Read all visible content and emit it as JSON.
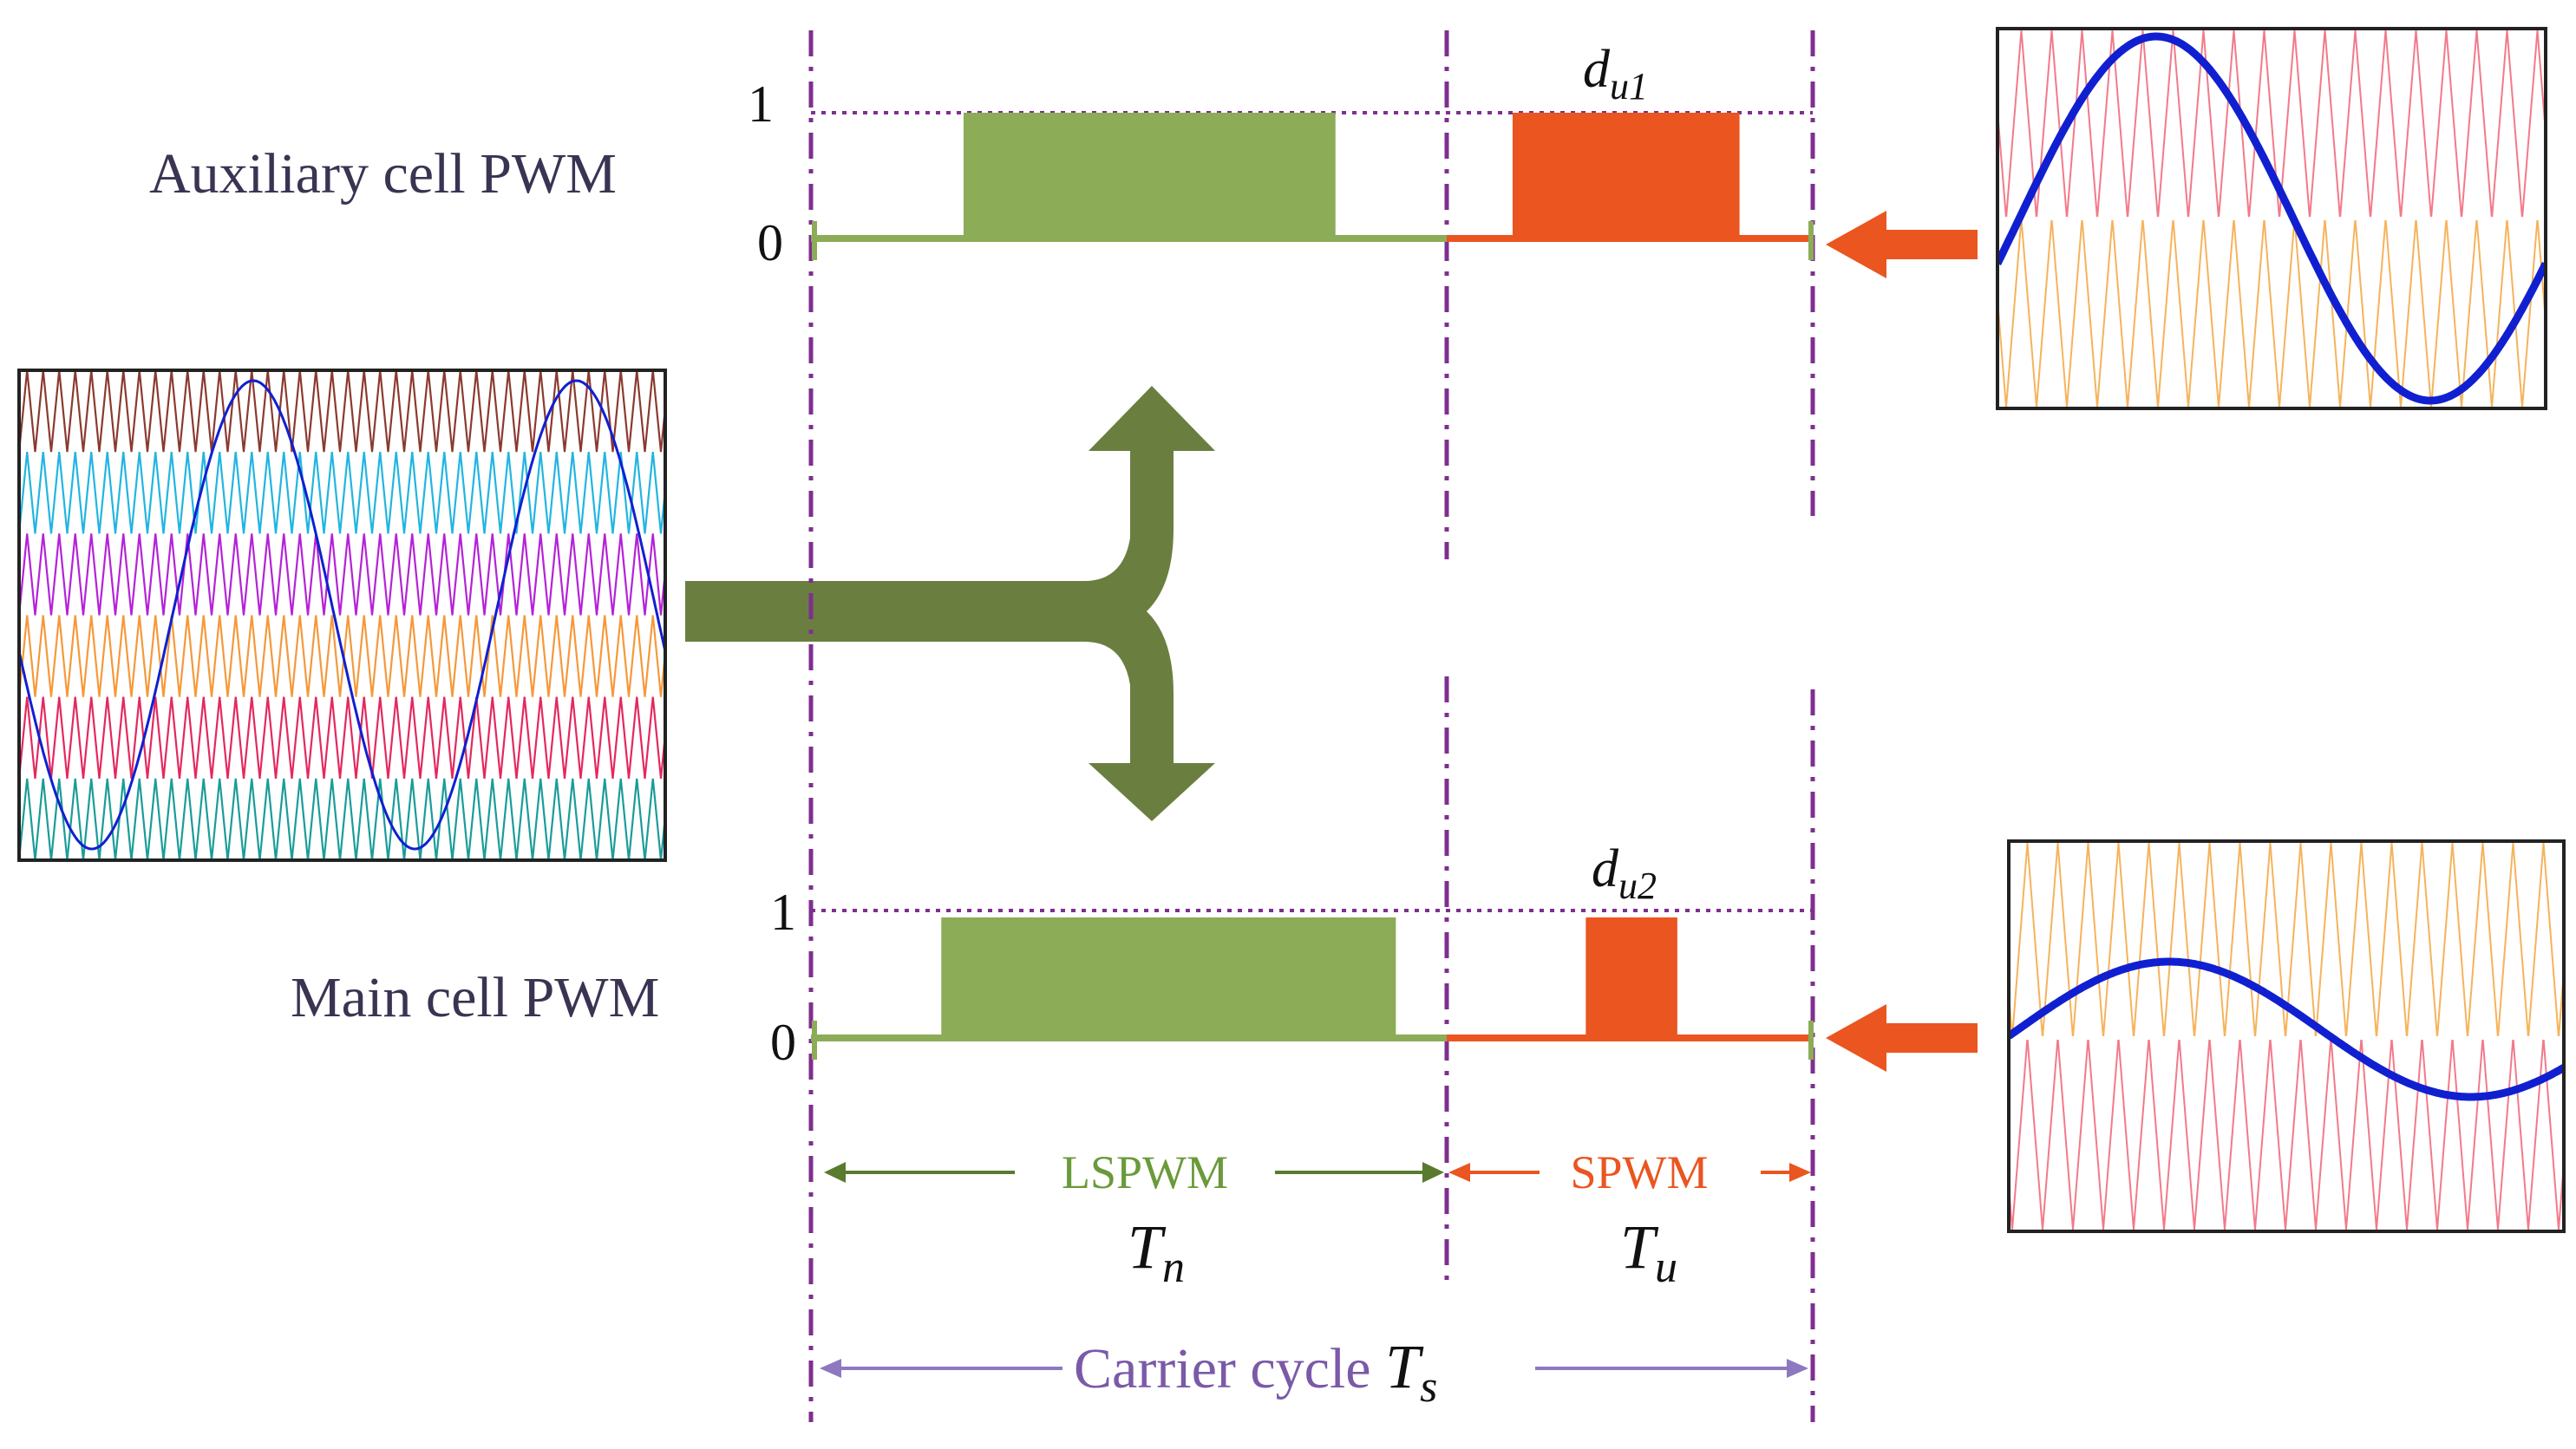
{
  "labels": {
    "auxiliary": "Auxiliary cell PWM",
    "main": "Main cell PWM",
    "one": "1",
    "zero": "0",
    "du1_main": "d",
    "du1_sub": "u1",
    "du2_main": "d",
    "du2_sub": "u2",
    "lspwm": "LSPWM",
    "spwm": "SPWM",
    "tn_main": "T",
    "tn_sub": "n",
    "tu_main": "T",
    "tu_sub": "u",
    "carrier": "Carrier cycle ",
    "ts_main": "T",
    "ts_sub": "s"
  },
  "colors": {
    "text": "#3b3352",
    "green_fill": "#8cac58",
    "green_dark": "#6a7f3f",
    "orange": "#ea5520",
    "purple": "#7f2f8f",
    "purple_light": "#8e78c0",
    "blue": "#1020d0"
  },
  "carrier_bands": [
    "#8b3a2f",
    "#22b5e0",
    "#b423d6",
    "#f39a3a",
    "#e4285e",
    "#1a9c9a"
  ],
  "aux_pulses": [
    {
      "segment": "LSPWM",
      "start": 0.24,
      "end": 0.825
    },
    {
      "segment": "SPWM",
      "start": 0.18,
      "end": 0.8
    }
  ],
  "main_pulses": [
    {
      "segment": "LSPWM",
      "start": 0.205,
      "end": 0.92
    },
    {
      "segment": "SPWM",
      "start": 0.38,
      "end": 0.63
    }
  ],
  "icons": [
    "split-arrow-icon",
    "left-arrow-icon"
  ]
}
